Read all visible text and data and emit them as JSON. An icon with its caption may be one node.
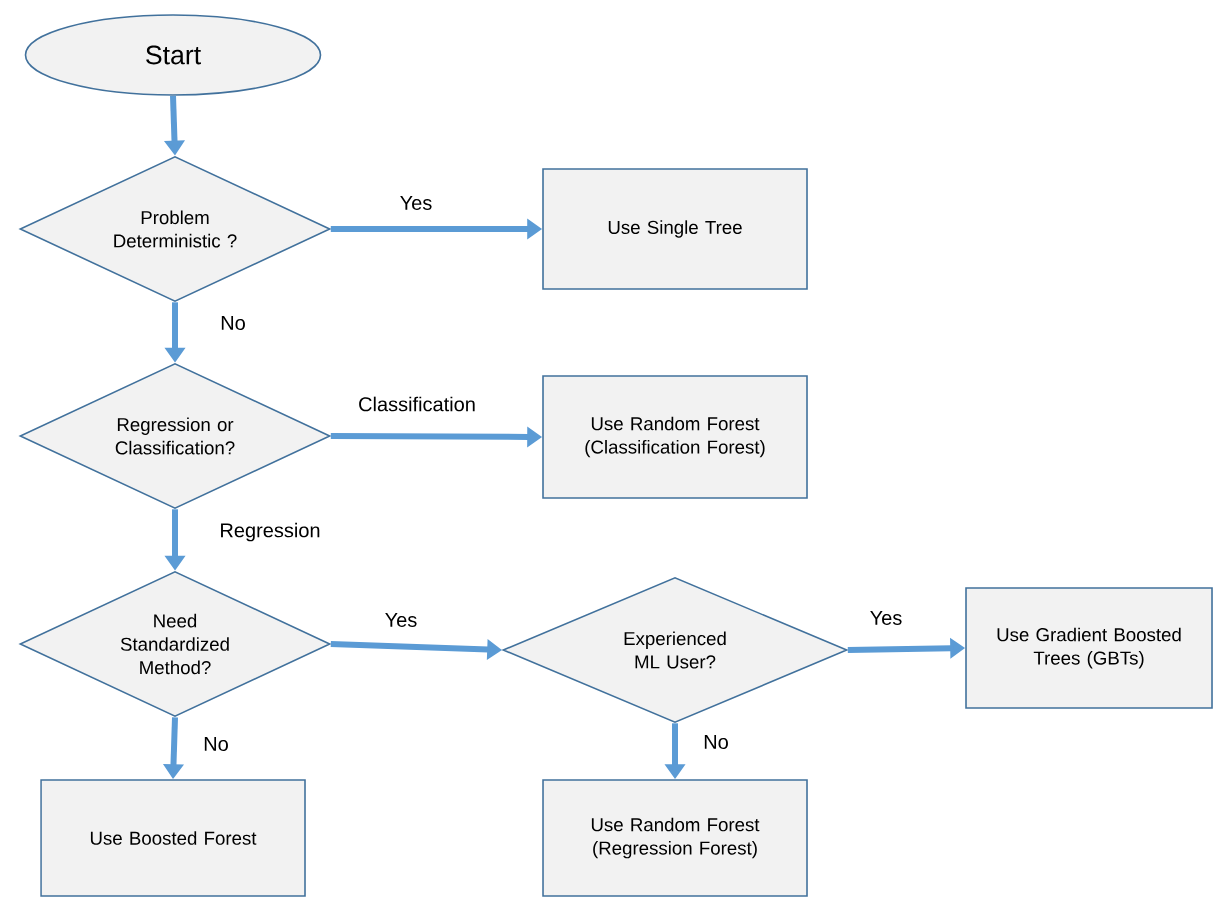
{
  "diagram": {
    "nodes": [
      {
        "text": [
          "Start"
        ]
      },
      {
        "text": [
          "Problem Deterministic ?"
        ]
      },
      {
        "text": [
          "Use Single Tree"
        ]
      },
      {
        "text": [
          "Regression or Classification?"
        ]
      },
      {
        "text": [
          "Use Random Forest (Classification Forest)"
        ]
      },
      {
        "text": [
          "Need Standardized Method?"
        ]
      },
      {
        "text": [
          "Experienced ML User?"
        ]
      },
      {
        "text": [
          "Use Gradient Boosted Trees (GBTs)"
        ]
      },
      {
        "text": [
          "Use Boosted Forest"
        ]
      },
      {
        "text": [
          "Use Random Forest (Regression Forest)"
        ]
      }
    ],
    "edges": [
      {
        "from": 0,
        "to": 1,
        "arrow": "to"
      },
      {
        "from": 1,
        "to": 2,
        "arrow": "to",
        "label": "Yes"
      },
      {
        "from": 1,
        "to": 3,
        "arrow": "to",
        "label": "No"
      },
      {
        "from": 3,
        "to": 4,
        "arrow": "to",
        "label": "Classification"
      },
      {
        "from": 3,
        "to": 5,
        "arrow": "to",
        "label": "Regression"
      },
      {
        "from": 5,
        "to": 6,
        "arrow": "to",
        "label": "Yes"
      },
      {
        "from": 6,
        "to": 7,
        "arrow": "to",
        "label": "Yes"
      },
      {
        "from": 5,
        "to": 8,
        "arrow": "to",
        "label": "No"
      },
      {
        "from": 6,
        "to": 9,
        "arrow": "to",
        "label": "No"
      }
    ]
  }
}
